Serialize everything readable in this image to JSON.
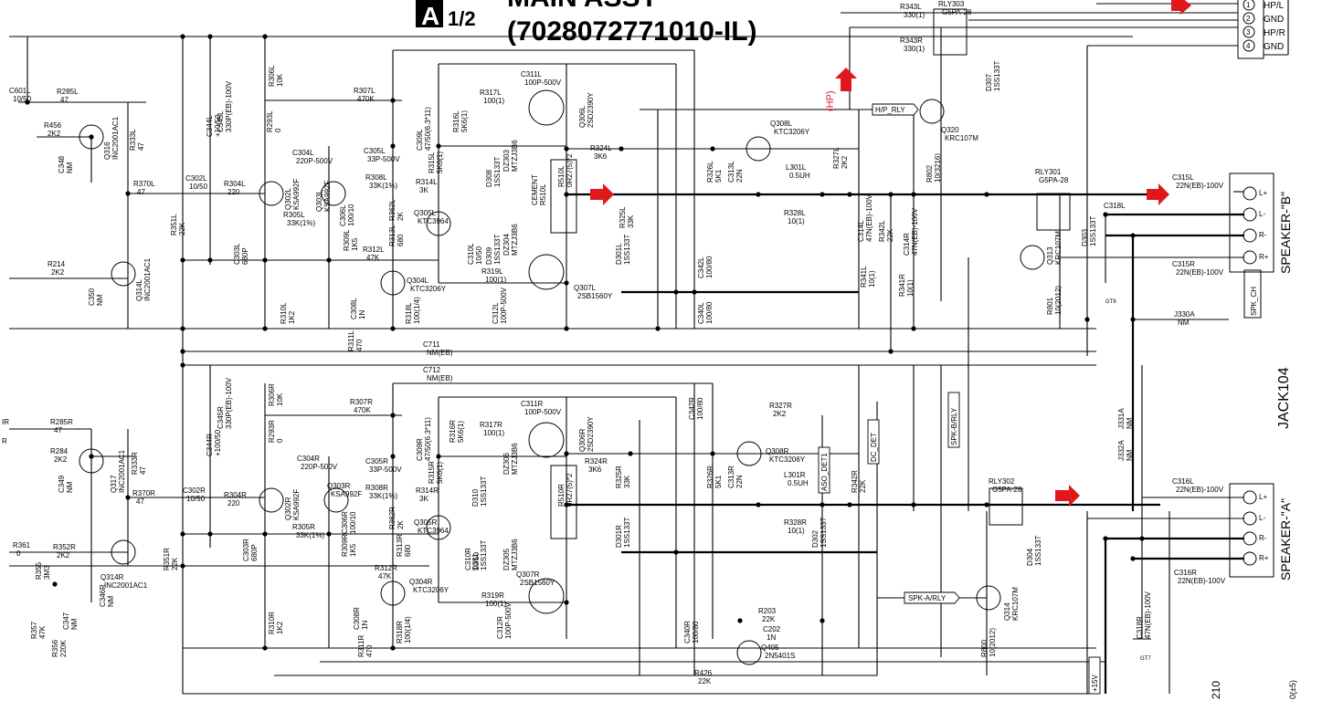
{
  "header": {
    "badge": "A",
    "fraction": "1/2",
    "title_partial": "MAIN ASSY",
    "part_no": "(7028072771010-IL)"
  },
  "jacks": {
    "hp": {
      "pins": [
        "1",
        "2",
        "3",
        "4"
      ],
      "labels": [
        "HP/L",
        "GND",
        "HP/R",
        "GND"
      ]
    },
    "speaker_b": {
      "title": "SPEAKER-\"B\"",
      "pins": [
        "L+",
        "L-",
        "R-",
        "R+"
      ],
      "ch_tag": "SPK_CH"
    },
    "speaker_a": {
      "title": "SPEAKER-\"A\"",
      "pins": [
        "L+",
        "L-",
        "R-",
        "R+"
      ]
    },
    "jack_name": "JACK104"
  },
  "nets": {
    "hp_sig": "H/P_RLY",
    "hp_mark": "(HP)",
    "spk_b": "SPK-B/RLY",
    "spk_a": "SPK-A/RLY",
    "aso": "ASO_DET1",
    "dc": "DC_DET",
    "p15": "+15V",
    "gt6": "GT6",
    "gt7": "GT7",
    "bottom_210": "210",
    "bottom_tol": "0(±5)"
  },
  "colors": {
    "arrow": "#e0181c",
    "ink": "#000000"
  },
  "parts": [
    {
      "id": "C601L",
      "v": "10/50"
    },
    {
      "id": "R285L",
      "v": "47"
    },
    {
      "id": "R456",
      "v": "2K2"
    },
    {
      "id": "C348",
      "v": "NM"
    },
    {
      "id": "Q316",
      "v": "INC2001AC1"
    },
    {
      "id": "R333L",
      "v": "47"
    },
    {
      "id": "R370L",
      "v": "47"
    },
    {
      "id": "C302L",
      "v": "10/50"
    },
    {
      "id": "R304L",
      "v": "220"
    },
    {
      "id": "R351L",
      "v": "22K"
    },
    {
      "id": "R214",
      "v": "2K2"
    },
    {
      "id": "C350",
      "v": "NM"
    },
    {
      "id": "Q314L",
      "v": "INC2001AC1"
    },
    {
      "id": "C344L",
      "v": "+10/50"
    },
    {
      "id": "C345L",
      "v": "330P(EB)-100V"
    },
    {
      "id": "R306L",
      "v": "10K"
    },
    {
      "id": "R293L",
      "v": "0"
    },
    {
      "id": "R307L",
      "v": "470K"
    },
    {
      "id": "C304L",
      "v": "220P-500V"
    },
    {
      "id": "Q302L",
      "v": "KSA992F"
    },
    {
      "id": "Q303L",
      "v": "KSA992F"
    },
    {
      "id": "C305L",
      "v": "33P-500V"
    },
    {
      "id": "R308L",
      "v": "33K(1%)"
    },
    {
      "id": "R305L",
      "v": "33K(1%)"
    },
    {
      "id": "C303L",
      "v": "680P"
    },
    {
      "id": "C306L",
      "v": "100/10"
    },
    {
      "id": "R309L",
      "v": "1K5"
    },
    {
      "id": "R312L",
      "v": "47K"
    },
    {
      "id": "R313L",
      "v": "680"
    },
    {
      "id": "R362L",
      "v": "2K"
    },
    {
      "id": "R314L",
      "v": "3K"
    },
    {
      "id": "Q305L",
      "v": "KTC3964"
    },
    {
      "id": "Q304L",
      "v": "KTC3206Y"
    },
    {
      "id": "C309L",
      "v": "47/50(6.3*11)"
    },
    {
      "id": "R315L",
      "v": "5K6(1)"
    },
    {
      "id": "R316L",
      "v": "5K6(1)"
    },
    {
      "id": "C311L",
      "v": "100P-500V"
    },
    {
      "id": "R317L",
      "v": "100(1)"
    },
    {
      "id": "Q306L",
      "v": "2SD2390Y"
    },
    {
      "id": "DZ303",
      "v": "MTZJ3B6"
    },
    {
      "id": "D308",
      "v": "1SS133T"
    },
    {
      "id": "DZ304",
      "v": "MTZJ3B6"
    },
    {
      "id": "D309",
      "v": "1SS133T"
    },
    {
      "id": "C310L",
      "v": "10/50"
    },
    {
      "id": "R510L",
      "v": "0R27(5)*2"
    },
    {
      "id": "CEMENT",
      "v": "R510L"
    },
    {
      "id": "R319L",
      "v": "100(1)"
    },
    {
      "id": "C312L",
      "v": "100P-500V"
    },
    {
      "id": "Q307L",
      "v": "2SB1560Y"
    },
    {
      "id": "R310L",
      "v": "1K2"
    },
    {
      "id": "C308L",
      "v": "1N"
    },
    {
      "id": "R311L",
      "v": "470"
    },
    {
      "id": "R318L",
      "v": "100(1/4)"
    },
    {
      "id": "R324L",
      "v": "3K6"
    },
    {
      "id": "R325L",
      "v": "33K"
    },
    {
      "id": "D301L",
      "v": "1SS133T"
    },
    {
      "id": "C342L",
      "v": "100/80"
    },
    {
      "id": "C340L",
      "v": "100/80"
    },
    {
      "id": "Q308L",
      "v": "KTC3206Y"
    },
    {
      "id": "R326L",
      "v": "5K1"
    },
    {
      "id": "C313L",
      "v": "22N"
    },
    {
      "id": "L301L",
      "v": "0.5UH"
    },
    {
      "id": "R328L",
      "v": "10(1)"
    },
    {
      "id": "R327L",
      "v": "2K2"
    },
    {
      "id": "C314L",
      "v": "47N(EB)-100V"
    },
    {
      "id": "R341L",
      "v": "10(1)"
    },
    {
      "id": "R342L",
      "v": "22K"
    },
    {
      "id": "C314R",
      "v": "47N(EB)-100V"
    },
    {
      "id": "R341R",
      "v": "10(1)"
    },
    {
      "id": "R343L",
      "v": "330(1)"
    },
    {
      "id": "R343R",
      "v": "330(1)"
    },
    {
      "id": "RLY303",
      "v": "G5PA-28"
    },
    {
      "id": "D307",
      "v": "1SS133T"
    },
    {
      "id": "Q320",
      "v": "KRC107M"
    },
    {
      "id": "R802",
      "v": "10(3216)"
    },
    {
      "id": "RLY301",
      "v": "G5PA-28"
    },
    {
      "id": "C315L",
      "v": "22N(EB)-100V"
    },
    {
      "id": "C318L",
      "v": ""
    },
    {
      "id": "Q313",
      "v": "KRC107M"
    },
    {
      "id": "D303",
      "v": "1SS133T"
    },
    {
      "id": "R801",
      "v": "10(2012)"
    },
    {
      "id": "C315R",
      "v": "22N(EB)-100V"
    },
    {
      "id": "J330A",
      "v": "NM"
    },
    {
      "id": "C711",
      "v": "NM(EB)"
    },
    {
      "id": "C712",
      "v": "NM(EB)"
    },
    {
      "id": "R285R",
      "v": "47"
    },
    {
      "id": "R284",
      "v": "2K2"
    },
    {
      "id": "Q317",
      "v": "INC2001AC1"
    },
    {
      "id": "C349",
      "v": "NM"
    },
    {
      "id": "R333R",
      "v": "47"
    },
    {
      "id": "R370R",
      "v": "47"
    },
    {
      "id": "C302R",
      "v": "10/50"
    },
    {
      "id": "R304R",
      "v": "220"
    },
    {
      "id": "R351R",
      "v": "22K"
    },
    {
      "id": "R361",
      "v": "0"
    },
    {
      "id": "R352R",
      "v": "2K2"
    },
    {
      "id": "Q314R",
      "v": "INC2001AC1"
    },
    {
      "id": "R355",
      "v": "3M3"
    },
    {
      "id": "C346R",
      "v": "NM"
    },
    {
      "id": "R357",
      "v": "47K"
    },
    {
      "id": "R356",
      "v": "220K"
    },
    {
      "id": "C347",
      "v": "NM"
    },
    {
      "id": "C344R",
      "v": "+100/50"
    },
    {
      "id": "C345R",
      "v": "330P(EB)-100V"
    },
    {
      "id": "R306R",
      "v": "10K"
    },
    {
      "id": "R293R",
      "v": "0"
    },
    {
      "id": "R307R",
      "v": "470K"
    },
    {
      "id": "C304R",
      "v": "220P-500V"
    },
    {
      "id": "Q302R",
      "v": "KSA992F"
    },
    {
      "id": "Q303R",
      "v": "KSA992F"
    },
    {
      "id": "C305R",
      "v": "33P-500V"
    },
    {
      "id": "R308R",
      "v": "33K(1%)"
    },
    {
      "id": "R305R",
      "v": "33K(1%)"
    },
    {
      "id": "C303R",
      "v": "680P"
    },
    {
      "id": "C306R",
      "v": "100/10"
    },
    {
      "id": "R309R",
      "v": "1K5"
    },
    {
      "id": "R312R",
      "v": "47K"
    },
    {
      "id": "R313R",
      "v": "680"
    },
    {
      "id": "R362R",
      "v": "2K"
    },
    {
      "id": "R314R",
      "v": "3K"
    },
    {
      "id": "Q305R",
      "v": "KTC3964"
    },
    {
      "id": "Q304R",
      "v": "KTC3206Y"
    },
    {
      "id": "C309R",
      "v": "47/50(6.3*11)"
    },
    {
      "id": "R315R",
      "v": "5K6(1)"
    },
    {
      "id": "R316R",
      "v": "5K6(1)"
    },
    {
      "id": "C311R",
      "v": "100P-500V"
    },
    {
      "id": "R317R",
      "v": "100(1)"
    },
    {
      "id": "Q306R",
      "v": "2SD2390Y"
    },
    {
      "id": "DZ306",
      "v": "MTZJ3B6"
    },
    {
      "id": "D310",
      "v": "1SS133T"
    },
    {
      "id": "DZ305",
      "v": "MTZJ3B6"
    },
    {
      "id": "D311",
      "v": "1SS133T"
    },
    {
      "id": "C310R",
      "v": "10/50"
    },
    {
      "id": "R510R",
      "v": "0R27(5)*2"
    },
    {
      "id": "R319R",
      "v": "100(1)"
    },
    {
      "id": "C312R",
      "v": "100P-500V"
    },
    {
      "id": "Q307R",
      "v": "2SB1560Y"
    },
    {
      "id": "R310R",
      "v": "1K2"
    },
    {
      "id": "C308R",
      "v": "1N"
    },
    {
      "id": "R311R",
      "v": "470"
    },
    {
      "id": "R318R",
      "v": "100(1/4)"
    },
    {
      "id": "R324R",
      "v": "3K6"
    },
    {
      "id": "R325R",
      "v": "33K"
    },
    {
      "id": "D301R",
      "v": "1SS133T"
    },
    {
      "id": "C342R",
      "v": "100/80"
    },
    {
      "id": "C340R",
      "v": "100/80"
    },
    {
      "id": "R327R",
      "v": "2K2"
    },
    {
      "id": "Q308R",
      "v": "KTC3206Y"
    },
    {
      "id": "R326R",
      "v": "5K1"
    },
    {
      "id": "C313R",
      "v": "22N"
    },
    {
      "id": "L301R",
      "v": "0.5UH"
    },
    {
      "id": "R328R",
      "v": "10(1)"
    },
    {
      "id": "D302",
      "v": "1SS133T"
    },
    {
      "id": "R342R",
      "v": "22K"
    },
    {
      "id": "R203",
      "v": "22K"
    },
    {
      "id": "C202",
      "v": "1N"
    },
    {
      "id": "Q405",
      "v": "2N5401S"
    },
    {
      "id": "R426",
      "v": "22K"
    },
    {
      "id": "RLY302",
      "v": "G5PA-28"
    },
    {
      "id": "D304",
      "v": "1SS133T"
    },
    {
      "id": "Q314",
      "v": "KRC107M"
    },
    {
      "id": "R800",
      "v": "10(2012)"
    },
    {
      "id": "C316L",
      "v": "22N(EB)-100V"
    },
    {
      "id": "C316R",
      "v": "22N(EB)-100V"
    },
    {
      "id": "C318R",
      "v": "47N(EB)-100V"
    },
    {
      "id": "J331A",
      "v": "NM"
    },
    {
      "id": "J332A",
      "v": "NM"
    },
    {
      "id": "IR",
      "v": ""
    },
    {
      "id": "R",
      "v": ""
    }
  ]
}
